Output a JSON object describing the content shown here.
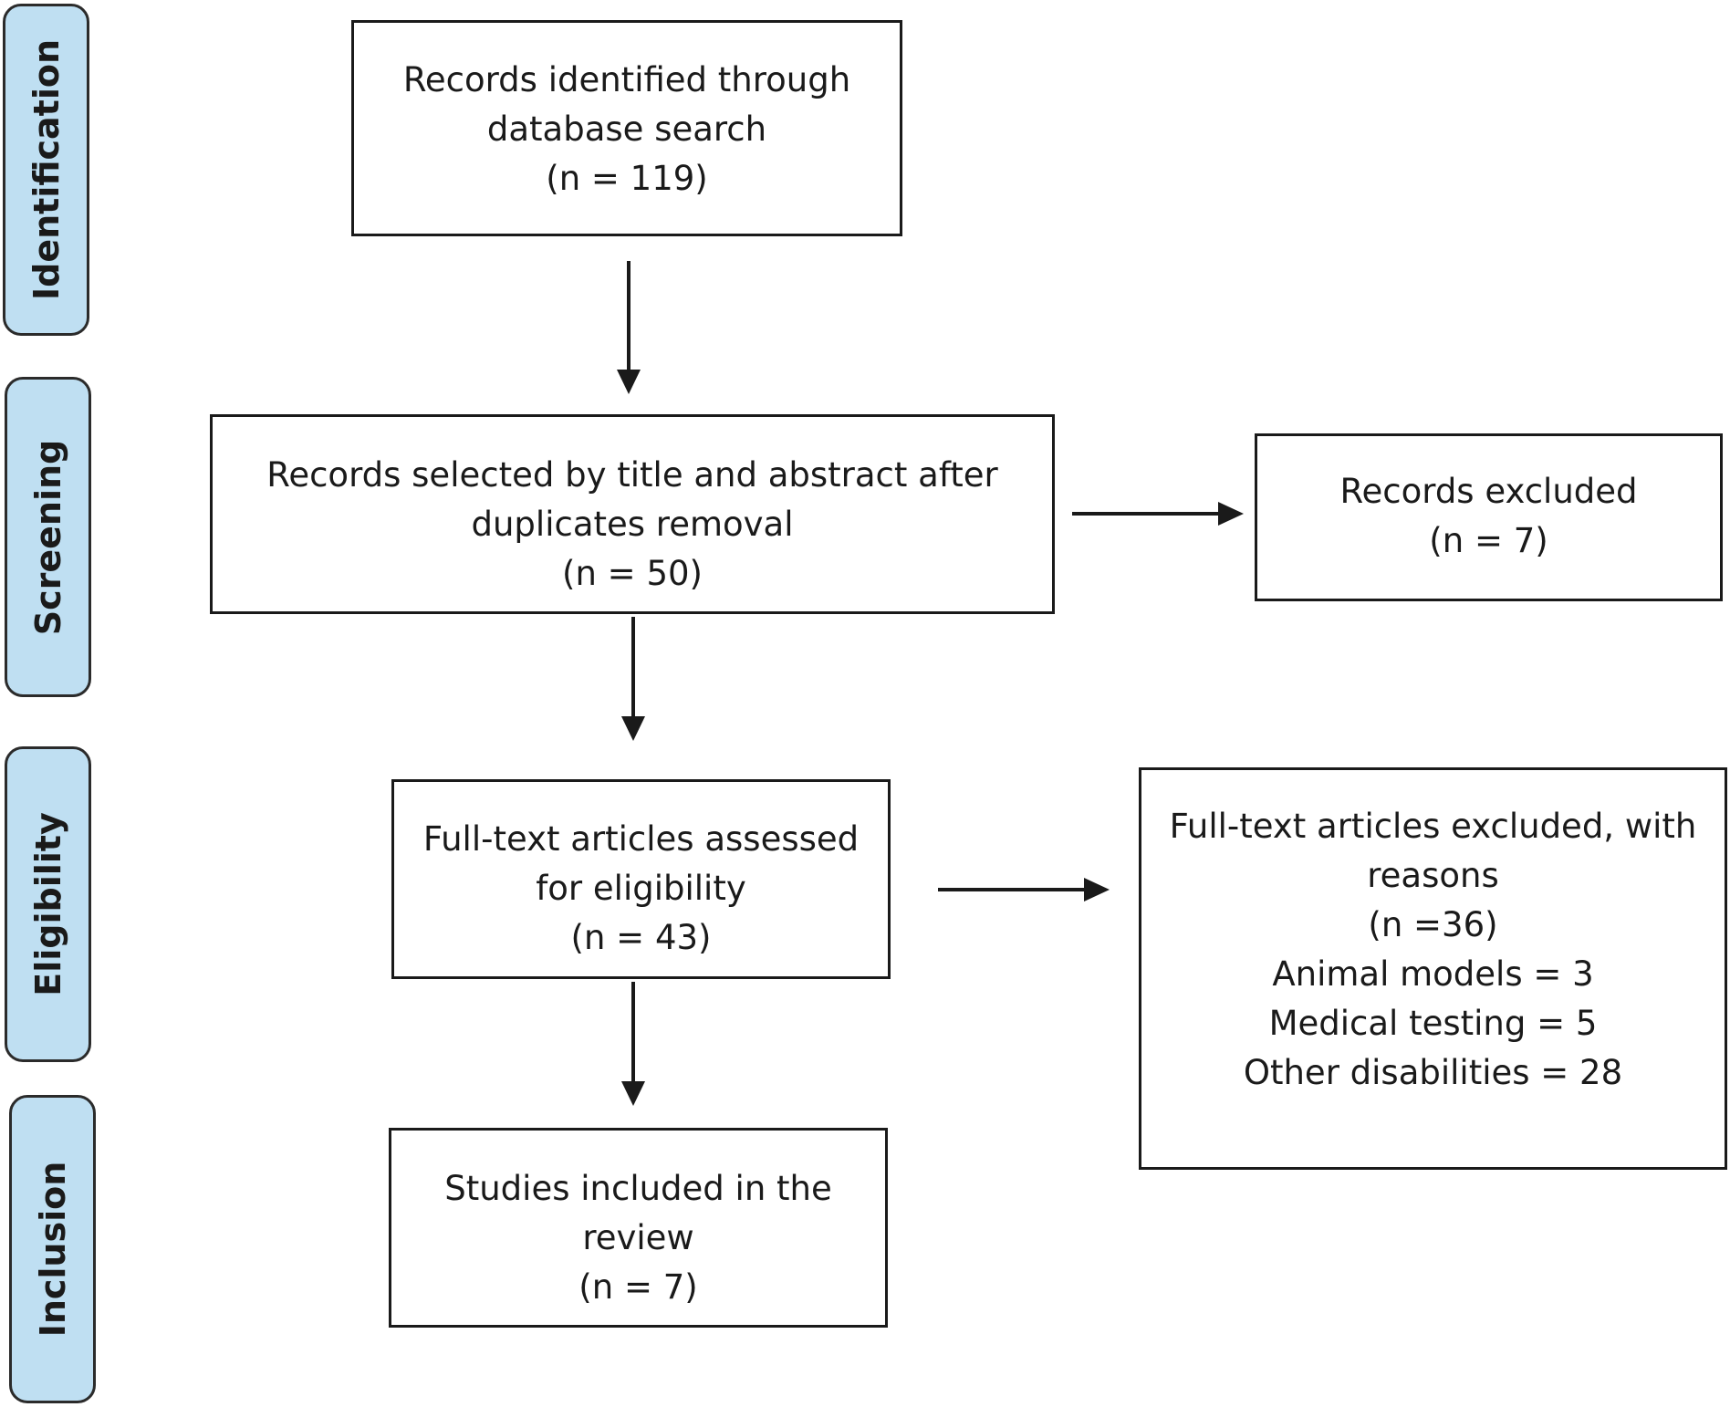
{
  "stages": [
    {
      "id": "identification",
      "label": "Identification"
    },
    {
      "id": "screening",
      "label": "Screening"
    },
    {
      "id": "eligibility",
      "label": "Eligibility"
    },
    {
      "id": "inclusion",
      "label": "Inclusion"
    }
  ],
  "boxes": {
    "identified": {
      "lines": [
        "Records identified through",
        "database search"
      ],
      "count": "(n = 119)"
    },
    "screened": {
      "lines": [
        "Records selected by title and abstract after",
        "duplicates removal"
      ],
      "count": "(n = 50)"
    },
    "excluded_records": {
      "lines": [
        "Records excluded"
      ],
      "count": "(n = 7)"
    },
    "eligibility": {
      "lines": [
        "Full-text articles assessed",
        "for eligibility"
      ],
      "count": "(n = 43)"
    },
    "excluded_fulltext": {
      "lines": [
        "Full-text articles excluded, with",
        "reasons"
      ],
      "count": "(n =36)",
      "reasons": [
        "Animal models = 3",
        "Medical testing = 5",
        "Other disabilities = 28"
      ]
    },
    "included": {
      "lines": [
        "Studies included in the",
        "review"
      ],
      "count": "(n = 7)"
    }
  },
  "colors": {
    "stage_fill": "#bfdff2",
    "stroke": "#1a1a1a"
  }
}
